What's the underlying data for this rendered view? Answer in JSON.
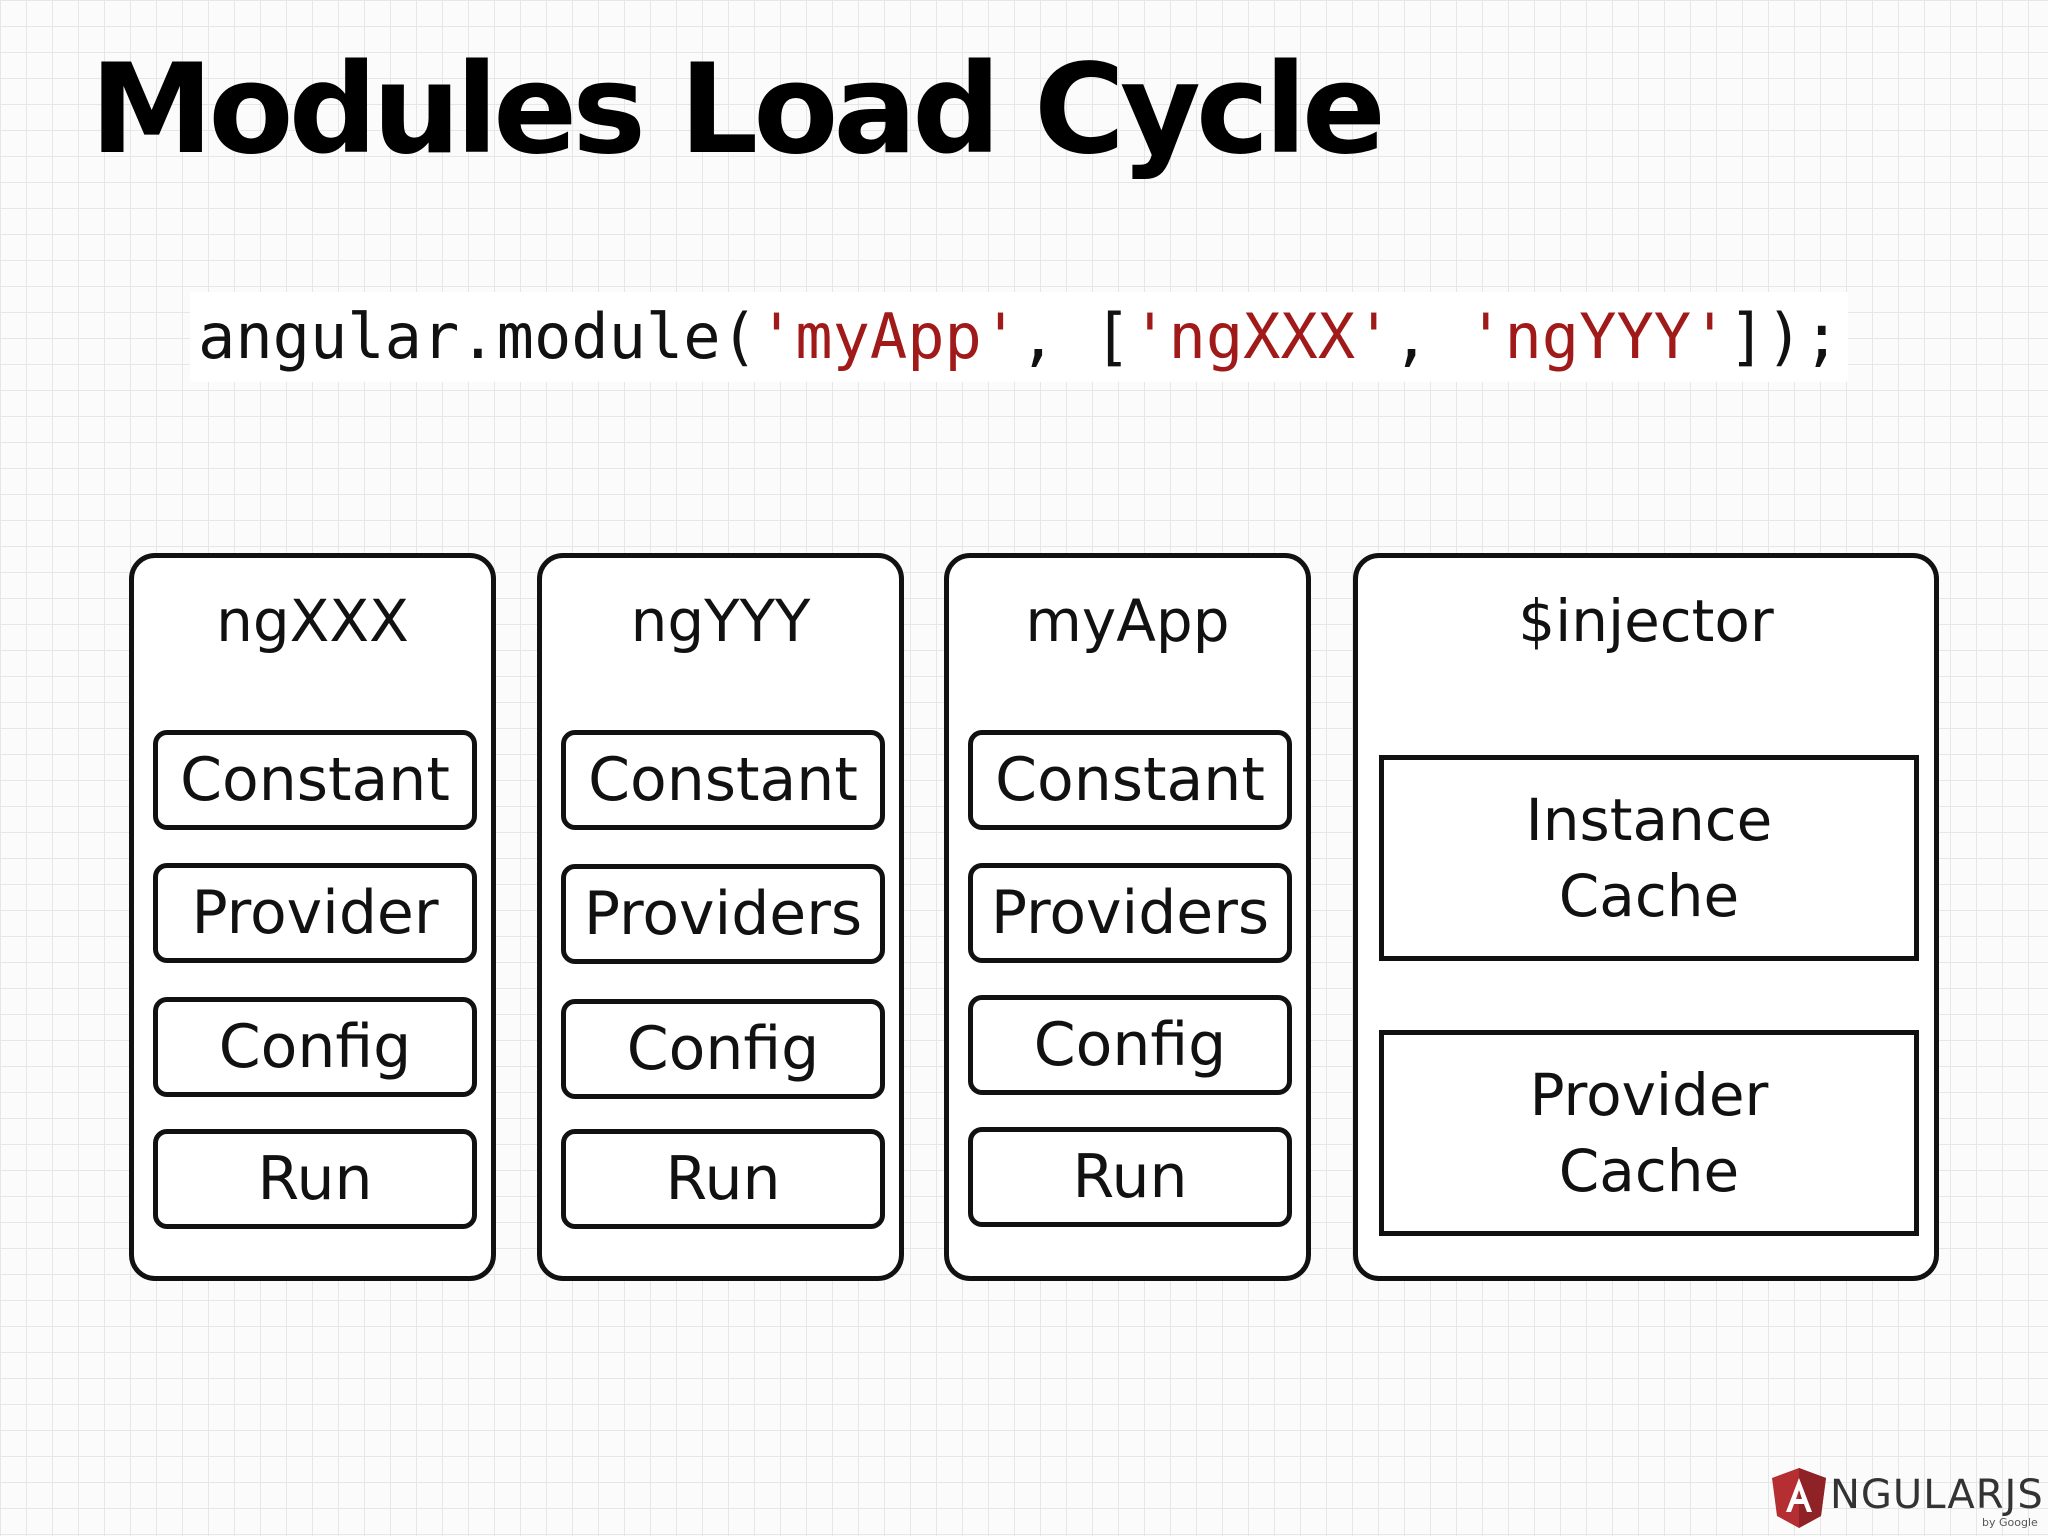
{
  "slide": {
    "title": "Modules Load Cycle",
    "code": {
      "prefix": "angular.module(",
      "app": "'myApp'",
      "mid": ", [",
      "dep1": "'ngXXX'",
      "sep": ", ",
      "dep2": "'ngYYY'",
      "suffix": "]);"
    }
  },
  "modules": [
    {
      "name": "ngXXX",
      "blocks": [
        "Constant",
        "Provider",
        "Config",
        "Run"
      ]
    },
    {
      "name": "ngYYY",
      "blocks": [
        "Constant",
        "Providers",
        "Config",
        "Run"
      ]
    },
    {
      "name": "myApp",
      "blocks": [
        "Constant",
        "Providers",
        "Config",
        "Run"
      ]
    }
  ],
  "injector": {
    "name": "$injector",
    "instance_cache": "Instance\nCache",
    "provider_cache": "Provider\nCache"
  },
  "logo": {
    "text": "NGULARJS",
    "byline": "by Google",
    "color": "#b52e31"
  }
}
